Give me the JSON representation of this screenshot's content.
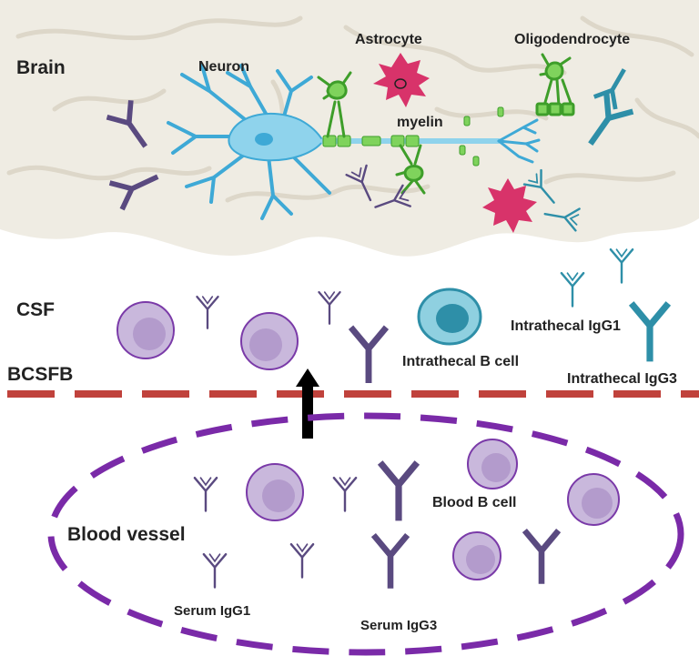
{
  "labels": {
    "brain": "Brain",
    "neuron": "Neuron",
    "astrocyte": "Astrocyte",
    "oligodendrocyte": "Oligodendrocyte",
    "myelin": "myelin",
    "csf": "CSF",
    "bcsfb": "BCSFB",
    "intrathecal_b_cell": "Intrathecal B cell",
    "intrathecal_igg1": "Intrathecal IgG1",
    "intrathecal_igg3": "Intrathecal IgG3",
    "blood_b_cell": "Blood B cell",
    "blood_vessel": "Blood vessel",
    "serum_igg1": "Serum IgG1",
    "serum_igg3": "Serum IgG3"
  },
  "colors": {
    "brain_tissue": "#efece3",
    "brain_lines": "#ddd7c9",
    "neuron": "#8fd3ec",
    "neuron_edge": "#3ea9d6",
    "oligodendrocyte": "#7fd35c",
    "oligodendrocyte_edge": "#3e9e2a",
    "astrocyte": "#d8336a",
    "igg_serum": "#5a4a80",
    "igg_intrathecal": "#2e8fa8",
    "b_cell_fill": "#c9b8dc",
    "b_cell_edge": "#7a3aa8",
    "intrathecal_b_cell": "#2e8fa8",
    "barrier": "#c0423c",
    "vessel": "#7a2aa8",
    "arrow": "#000000"
  }
}
